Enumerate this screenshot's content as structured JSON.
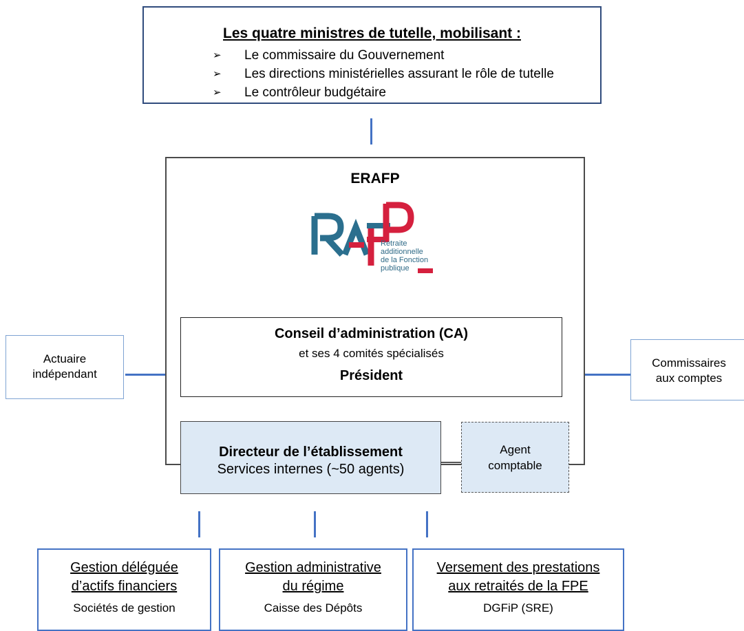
{
  "tutelle": {
    "title": "Les quatre ministres de tutelle, mobilisant :",
    "items": [
      "Le commissaire du Gouvernement",
      "Les directions ministérielles assurant le rôle de tutelle",
      "Le contrôleur budgétaire"
    ]
  },
  "erafp": {
    "title": "ERAFP",
    "logo": {
      "text_lines": [
        "Retraite",
        "additionnelle",
        "de la Fonction",
        "publique"
      ],
      "colors": {
        "teal": "#2b6f8e",
        "red": "#d5203e"
      }
    }
  },
  "conseil": {
    "line1": "Conseil d’administration (CA)",
    "line2": "et ses 4 comités spécialisés",
    "line3": "Président"
  },
  "directeur": {
    "line1": "Directeur de l’établissement",
    "line2": "Services internes (~50 agents)"
  },
  "agent": {
    "line1": "Agent",
    "line2": "comptable"
  },
  "actuaire": {
    "line1": "Actuaire",
    "line2": "indépendant"
  },
  "commissaires": {
    "line1": "Commissaires",
    "line2": "aux comptes"
  },
  "bottom": [
    {
      "line1": "Gestion déléguée",
      "line2": "d’actifs financiers",
      "sub": "Sociétés de gestion"
    },
    {
      "line1": "Gestion administrative",
      "line2": "du régime",
      "sub": "Caisse des Dépôts"
    },
    {
      "line1": "Versement des prestations",
      "line2": "aux retraités de la FPE",
      "sub": "DGFiP (SRE)"
    }
  ],
  "colors": {
    "connector": "#4472c4",
    "box_fill": "#dde9f5",
    "tutelle_border": "#2f4b7c"
  }
}
